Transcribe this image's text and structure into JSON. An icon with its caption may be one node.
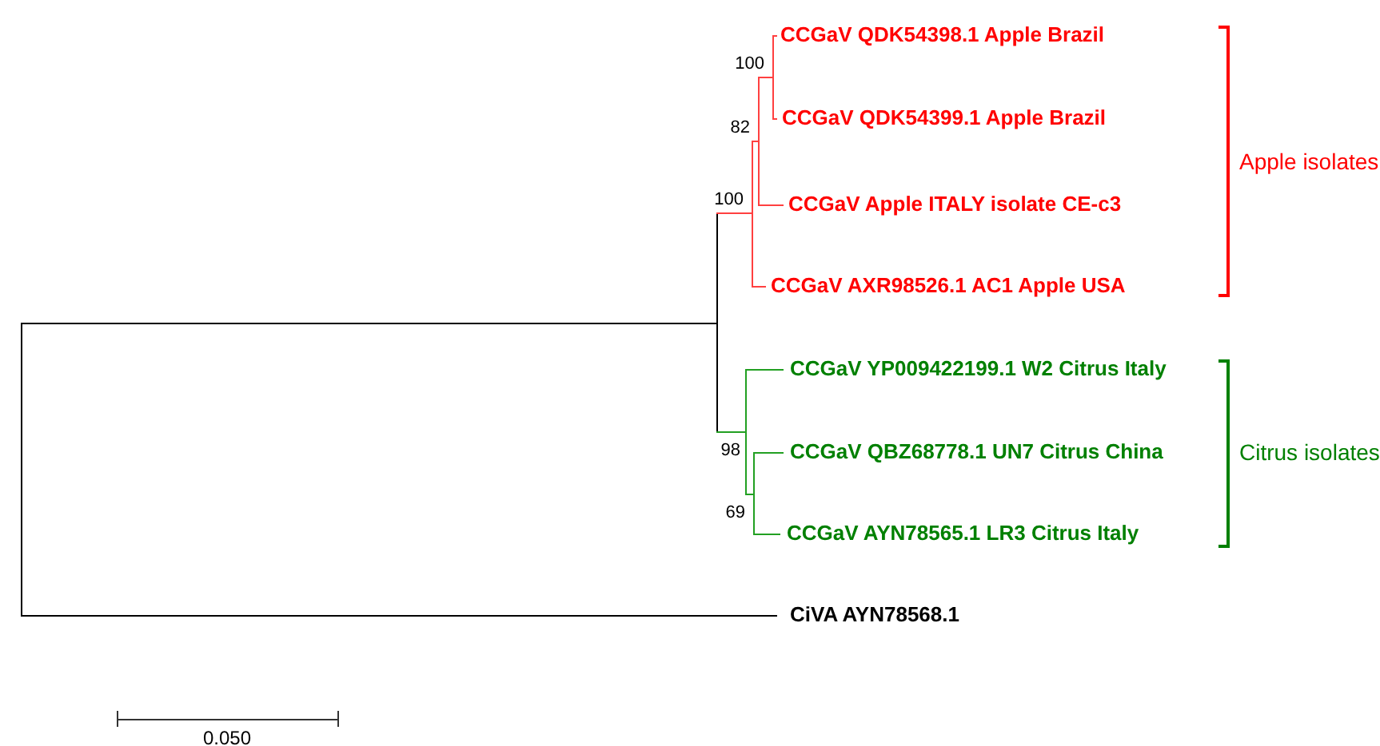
{
  "diagram": {
    "nodes": [
      {
        "text": [
          "CCGaV QDK54398.1 Apple Brazil"
        ]
      },
      {
        "text": [
          "CCGaV QDK54399.1 Apple Brazil"
        ]
      },
      {
        "text": [
          "CCGaV Apple ITALY isolate CE-c3"
        ]
      },
      {
        "text": [
          "CCGaV AXR98526.1 AC1 Apple USA"
        ]
      },
      {
        "text": [
          "CCGaV YP009422199.1 W2 Citrus Italy"
        ]
      },
      {
        "text": [
          "CCGaV QBZ68778.1 UN7 Citrus China"
        ]
      },
      {
        "text": [
          "CCGaV AYN78565.1 LR3 Citrus Italy"
        ]
      },
      {
        "text": [
          "CiVA AYN78568.1"
        ]
      }
    ],
    "edges": [],
    "labels": [
      "100",
      "82",
      "Apple isolates",
      "100",
      "98",
      "Citrus isolates",
      "69",
      "0.050"
    ]
  }
}
